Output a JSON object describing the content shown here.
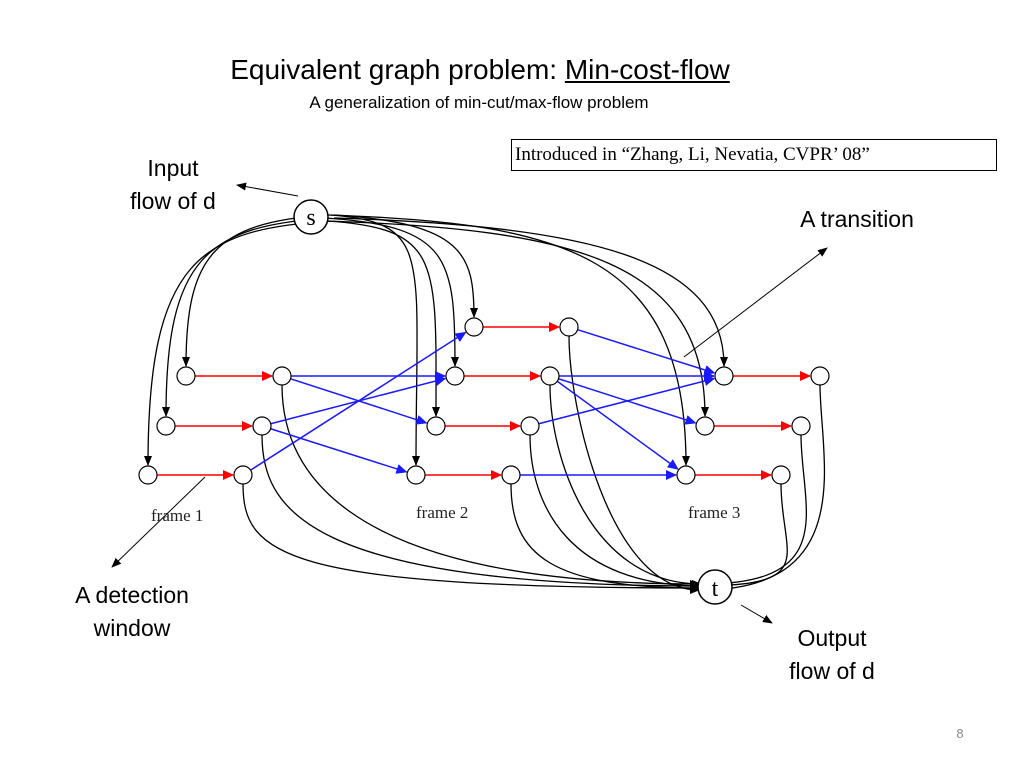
{
  "slide": {
    "title_prefix": "Equivalent graph problem: ",
    "title_link": "Min-cost-flow",
    "subtitle": "A generalization of min-cut/max-flow problem",
    "credit_prefix": "Introduced in ",
    "credit_quote": "“Zhang, Li, Nevatia, CVPR’ 08”",
    "page_number": "8"
  },
  "labels": {
    "input_line1": "Input",
    "input_line2": "flow of d",
    "transition": "A transition",
    "detection_line1": "A detection",
    "detection_line2": "window",
    "output_line1": "Output",
    "output_line2": "flow of d"
  },
  "graph": {
    "source_label": "s",
    "sink_label": "t",
    "frames": [
      "frame 1",
      "frame 2",
      "frame 3"
    ],
    "colors": {
      "flow": "#000000",
      "detection": "#ff0000",
      "transition": "#1a1aff"
    }
  }
}
